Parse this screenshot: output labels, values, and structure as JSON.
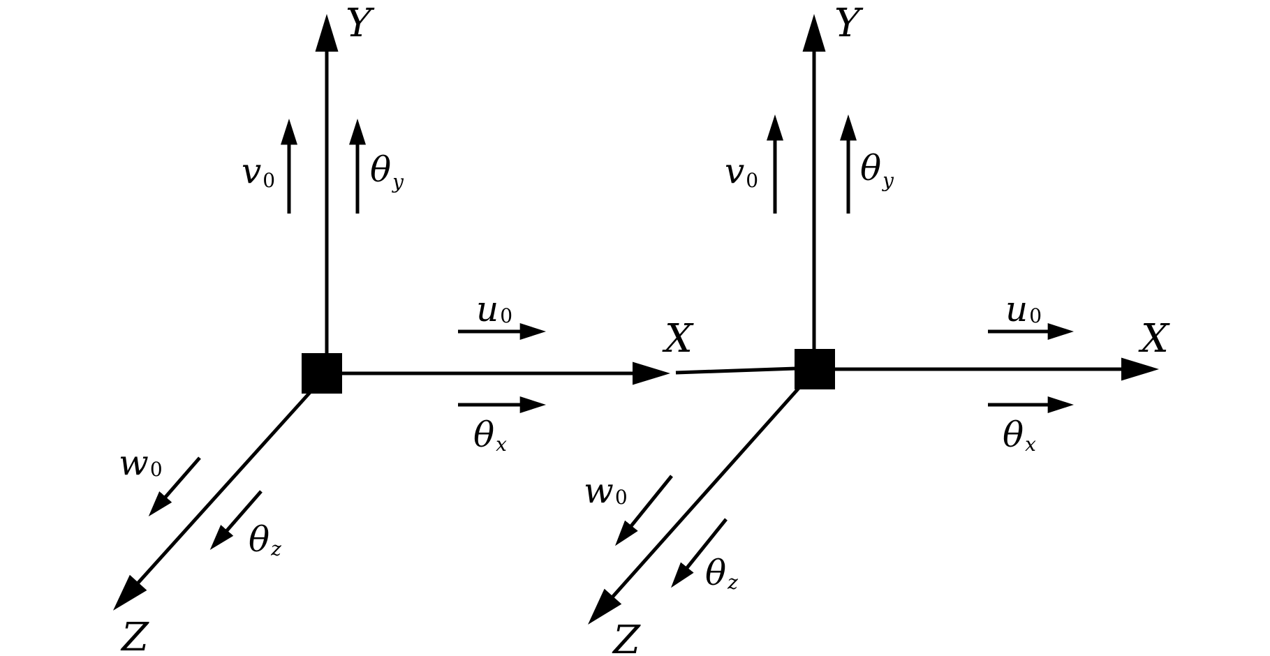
{
  "nodes": [
    {
      "axes": {
        "x": "X",
        "y": "Y",
        "z": "Z"
      },
      "dofs": {
        "v": {
          "main": "v",
          "sub": "0"
        },
        "theta_y": {
          "main": "θ",
          "sub": "y"
        },
        "u": {
          "main": "u",
          "sub": "0"
        },
        "theta_x": {
          "main": "θ",
          "sub": "x"
        },
        "w": {
          "main": "w",
          "sub": "0"
        },
        "theta_z": {
          "main": "θ",
          "sub": "z"
        }
      }
    },
    {
      "axes": {
        "x": "X",
        "y": "Y",
        "z": "Z"
      },
      "dofs": {
        "v": {
          "main": "v",
          "sub": "0"
        },
        "theta_y": {
          "main": "θ",
          "sub": "y"
        },
        "u": {
          "main": "u",
          "sub": "0"
        },
        "theta_x": {
          "main": "θ",
          "sub": "x"
        },
        "w": {
          "main": "w",
          "sub": "0"
        },
        "theta_z": {
          "main": "θ",
          "sub": "z"
        }
      }
    }
  ],
  "colors": {
    "line": "#000000",
    "background": "#ffffff"
  }
}
